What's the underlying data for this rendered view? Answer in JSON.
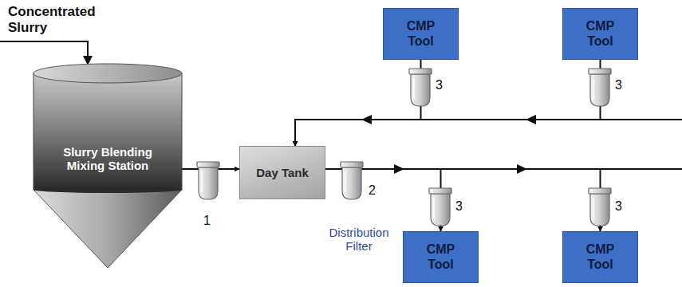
{
  "diagram": {
    "nodes": [
      {
        "text": [
          "Slurry Blending Mixing Station"
        ]
      },
      {
        "text": [
          "Day Tank"
        ]
      },
      {
        "text": [
          "CMP Tool"
        ]
      },
      {
        "text": [
          "CMP Tool"
        ]
      },
      {
        "text": [
          "CMP Tool"
        ]
      },
      {
        "text": [
          "CMP Tool"
        ]
      }
    ],
    "edges": [
      {
        "from": 0,
        "to": 1,
        "arrow": "to"
      },
      {
        "from": 1,
        "to": 4,
        "arrow": "to"
      },
      {
        "from": 1,
        "to": 5,
        "arrow": "to"
      },
      {
        "from": 2,
        "to": 1,
        "arrow": "to"
      },
      {
        "from": 3,
        "to": 1,
        "arrow": "to"
      }
    ],
    "labels": [
      "Concentrated Slurry",
      "1",
      "2",
      "Distribution Filter",
      "3",
      "3",
      "3",
      "3"
    ]
  }
}
